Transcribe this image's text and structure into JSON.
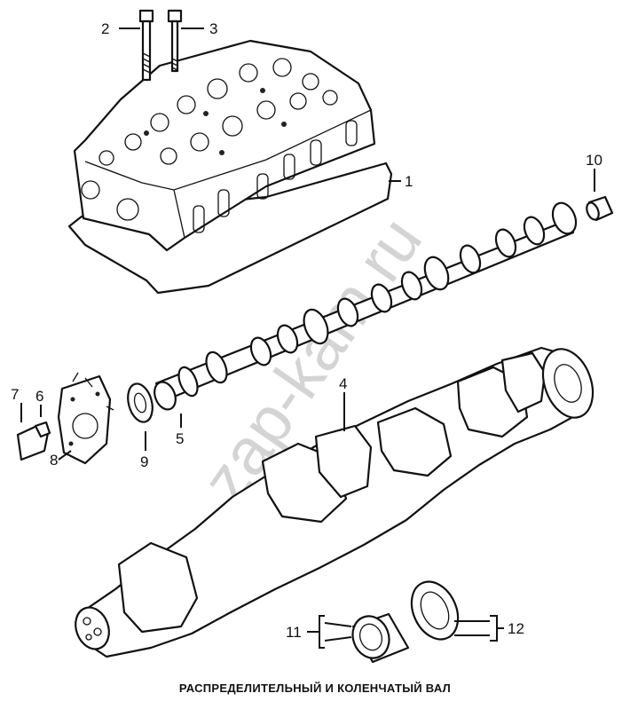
{
  "caption": "РАСПРЕДЕЛИТЕЛЬНЫЙ И КОЛЕНЧАТЫЙ ВАЛ",
  "watermark": "zap-kam.ru",
  "callouts": {
    "c1": "1",
    "c2": "2",
    "c3": "3",
    "c4": "4",
    "c5": "5",
    "c6": "6",
    "c7": "7",
    "c8": "8",
    "c9": "9",
    "c10": "10",
    "c11": "11",
    "c12": "12"
  },
  "parts": {
    "cylinder_head": "cylinder-head",
    "head_gasket": "head-gasket",
    "bolt_2": "bolt",
    "bolt_3": "bolt",
    "camshaft": "camshaft",
    "crankshaft": "crankshaft",
    "bushing_10": "bushing",
    "seal_9": "seal-ring",
    "bracket_7": "bracket",
    "plate_8": "cover-plate",
    "bearing_shell_11": "main-bearing-shell",
    "thrust_ring_12": "thrust-ring"
  }
}
